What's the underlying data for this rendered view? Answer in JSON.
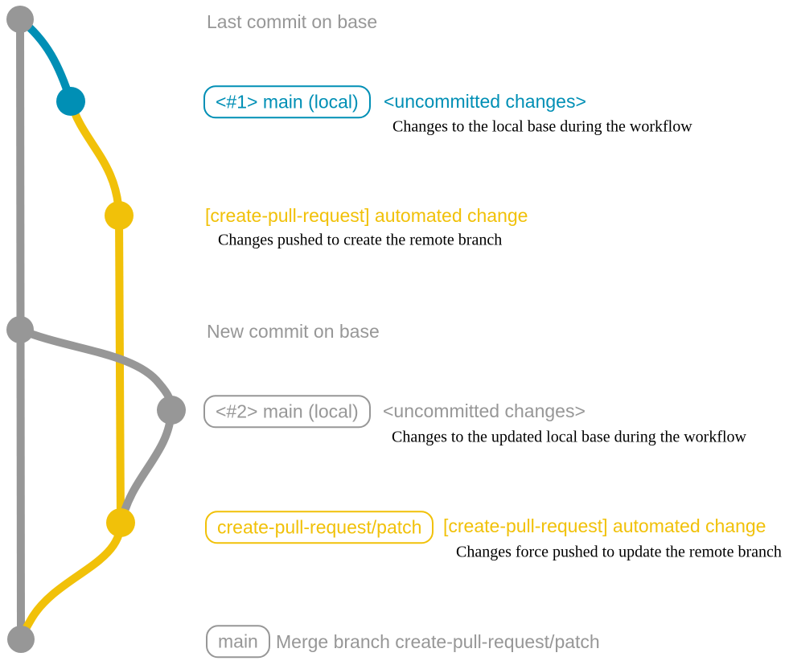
{
  "diagram": {
    "title_semantics": "git branch workflow of the create-pull-request action",
    "colors": {
      "base_branch_gray": "#979797",
      "local_main_blue": "#008fb5",
      "patch_branch_yellow": "#f1c109",
      "description_text": "#000000"
    },
    "nodes": [
      {
        "id": "commit-last-on-base",
        "color": "#979797"
      },
      {
        "id": "commit-local-main-1",
        "color": "#008fb5"
      },
      {
        "id": "commit-automated-change-1",
        "color": "#f1c109"
      },
      {
        "id": "commit-new-on-base",
        "color": "#979797"
      },
      {
        "id": "commit-local-main-2",
        "color": "#979797"
      },
      {
        "id": "commit-automated-change-2",
        "color": "#f1c109"
      },
      {
        "id": "commit-merge",
        "color": "#979797"
      }
    ]
  },
  "rows": {
    "r1": {
      "message": "Last commit on base"
    },
    "r2": {
      "branch_label": "<#1> main (local)",
      "note": "<uncommitted changes>",
      "detail": "Changes to the local base during the workflow"
    },
    "r3": {
      "note": "[create-pull-request] automated change",
      "detail": "Changes pushed to create the remote branch"
    },
    "r4": {
      "message": "New commit on base"
    },
    "r5": {
      "branch_label": "<#2> main (local)",
      "note": "<uncommitted changes>",
      "detail": "Changes to the updated local base during the workflow"
    },
    "r6": {
      "branch_label": "create-pull-request/patch",
      "note": "[create-pull-request] automated change",
      "detail": "Changes force pushed to update the remote branch"
    },
    "r7": {
      "branch_label": "main",
      "message": "Merge branch create-pull-request/patch"
    }
  }
}
